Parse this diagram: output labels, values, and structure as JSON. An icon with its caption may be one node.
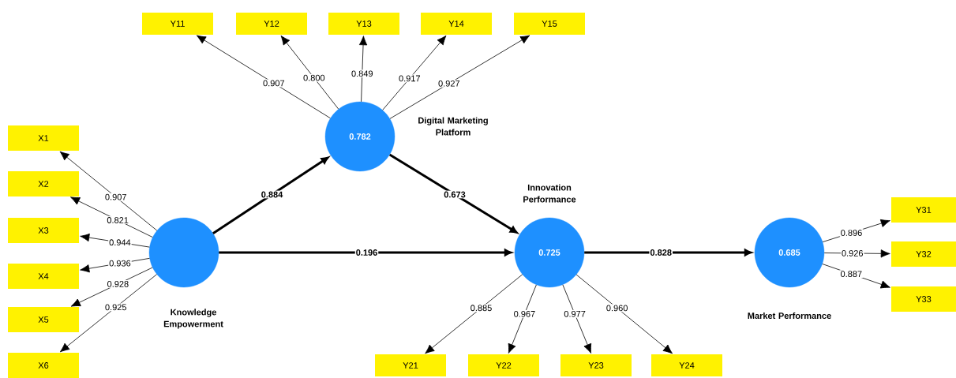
{
  "diagram": {
    "nodes": [
      {
        "text": [
          "Knowledge Empowerment"
        ]
      },
      {
        "text": [
          "0.782",
          "Digital Marketing Platform"
        ]
      },
      {
        "text": [
          "Innovation Performance",
          "0.725"
        ]
      },
      {
        "text": [
          "0.685",
          "Market Performance"
        ]
      },
      {
        "text": [
          "X1"
        ]
      },
      {
        "text": [
          "X2"
        ]
      },
      {
        "text": [
          "X3"
        ]
      },
      {
        "text": [
          "X4"
        ]
      },
      {
        "text": [
          "X5"
        ]
      },
      {
        "text": [
          "X6"
        ]
      },
      {
        "text": [
          "Y11"
        ]
      },
      {
        "text": [
          "Y12"
        ]
      },
      {
        "text": [
          "Y13"
        ]
      },
      {
        "text": [
          "Y14"
        ]
      },
      {
        "text": [
          "Y15"
        ]
      },
      {
        "text": [
          "Y21"
        ]
      },
      {
        "text": [
          "Y22"
        ]
      },
      {
        "text": [
          "Y23"
        ]
      },
      {
        "text": [
          "Y24"
        ]
      },
      {
        "text": [
          "Y31"
        ]
      },
      {
        "text": [
          "Y32"
        ]
      },
      {
        "text": [
          "Y33"
        ]
      }
    ],
    "edges": [
      {
        "from": 0,
        "to": 1,
        "arrow": "to",
        "label": "0.884",
        "style": "thick"
      },
      {
        "from": 1,
        "to": 2,
        "arrow": "to",
        "label": "0.673",
        "style": "thick"
      },
      {
        "from": 0,
        "to": 2,
        "arrow": "to",
        "label": "0.196",
        "style": "thick"
      },
      {
        "from": 2,
        "to": 3,
        "arrow": "to",
        "label": "0.828",
        "style": "thick"
      },
      {
        "from": 0,
        "to": 4,
        "arrow": "to",
        "label": "0.907"
      },
      {
        "from": 0,
        "to": 5,
        "arrow": "to",
        "label": "0.821"
      },
      {
        "from": 0,
        "to": 6,
        "arrow": "to",
        "label": "0.944"
      },
      {
        "from": 0,
        "to": 7,
        "arrow": "to",
        "label": "0.936"
      },
      {
        "from": 0,
        "to": 8,
        "arrow": "to",
        "label": "0.928"
      },
      {
        "from": 0,
        "to": 9,
        "arrow": "to",
        "label": "0.925"
      },
      {
        "from": 1,
        "to": 10,
        "arrow": "to",
        "label": "0.907"
      },
      {
        "from": 1,
        "to": 11,
        "arrow": "to",
        "label": "0.800"
      },
      {
        "from": 1,
        "to": 12,
        "arrow": "to",
        "label": "0.849"
      },
      {
        "from": 1,
        "to": 13,
        "arrow": "to",
        "label": "0.917"
      },
      {
        "from": 1,
        "to": 14,
        "arrow": "to",
        "label": "0.927"
      },
      {
        "from": 2,
        "to": 15,
        "arrow": "to",
        "label": "0.885"
      },
      {
        "from": 2,
        "to": 16,
        "arrow": "to",
        "label": "0.967"
      },
      {
        "from": 2,
        "to": 17,
        "arrow": "to",
        "label": "0.977"
      },
      {
        "from": 2,
        "to": 18,
        "arrow": "to",
        "label": "0.960"
      },
      {
        "from": 3,
        "to": 19,
        "arrow": "to",
        "label": "0.896"
      },
      {
        "from": 3,
        "to": 20,
        "arrow": "to",
        "label": "0.926"
      },
      {
        "from": 3,
        "to": 21,
        "arrow": "to",
        "label": "0.887"
      }
    ]
  }
}
